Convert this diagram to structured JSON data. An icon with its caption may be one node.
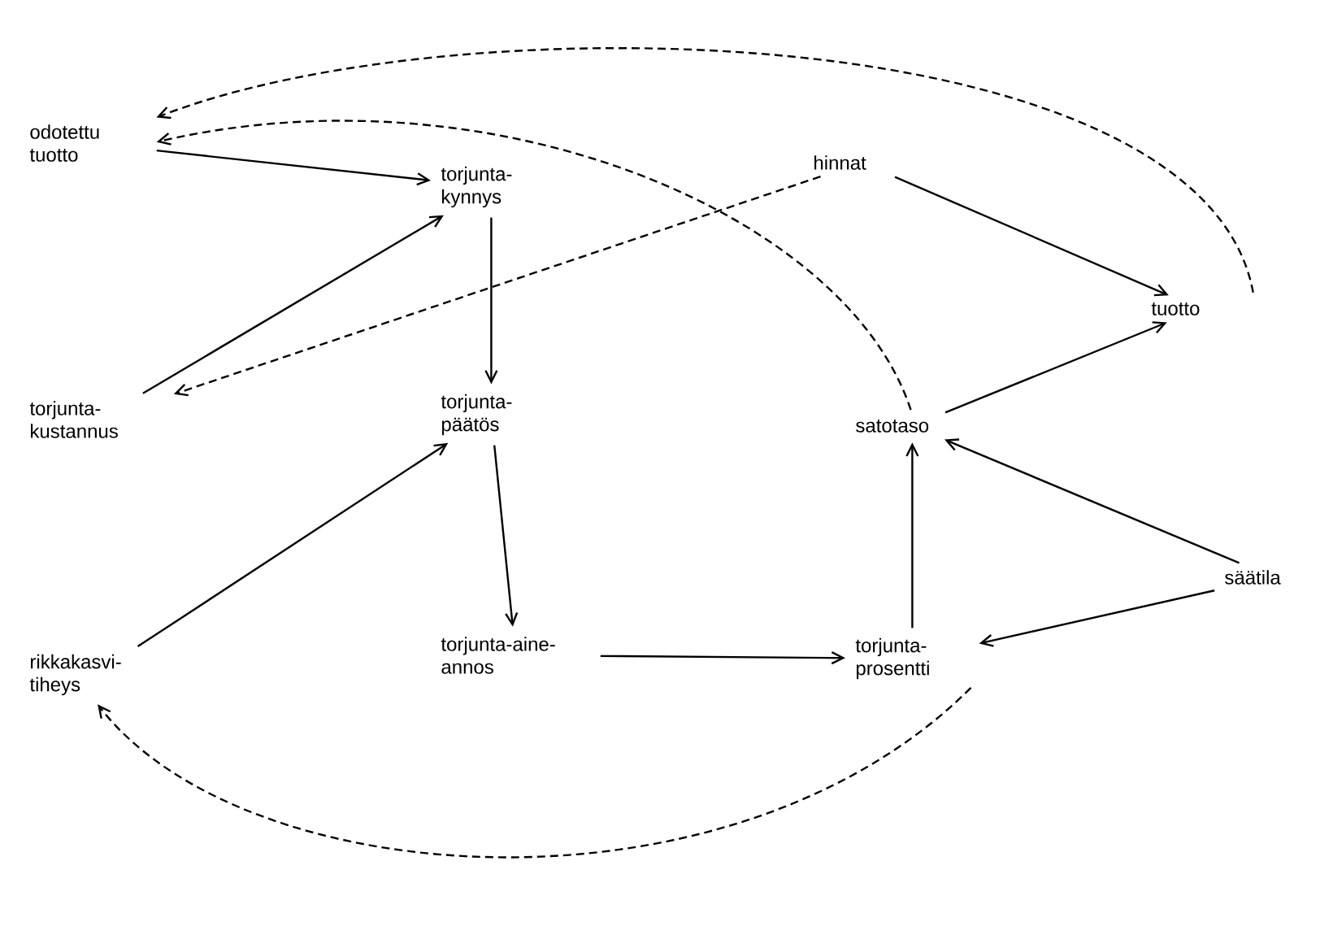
{
  "diagram": {
    "nodes": [
      {
        "text": [
          "odotettu tuotto"
        ]
      },
      {
        "text": [
          "torjunta- kynnys"
        ]
      },
      {
        "text": [
          "hinnat"
        ]
      },
      {
        "text": [
          "tuotto"
        ]
      },
      {
        "text": [
          "torjunta- kustannus"
        ]
      },
      {
        "text": [
          "torjunta- päätös"
        ]
      },
      {
        "text": [
          "satotaso"
        ]
      },
      {
        "text": [
          "säätila"
        ]
      },
      {
        "text": [
          "rikkakasvi- tiheys"
        ]
      },
      {
        "text": [
          "torjunta-aine- annos"
        ]
      },
      {
        "text": [
          "torjunta- prosentti"
        ]
      }
    ],
    "edges": [
      {
        "from": 0,
        "to": 1,
        "arrow": "to"
      },
      {
        "from": 1,
        "to": 5,
        "arrow": "to"
      },
      {
        "from": 4,
        "to": 1,
        "arrow": "to"
      },
      {
        "from": 5,
        "to": 9,
        "arrow": "to"
      },
      {
        "from": 8,
        "to": 5,
        "arrow": "to"
      },
      {
        "from": 9,
        "to": 10,
        "arrow": "to"
      },
      {
        "from": 10,
        "to": 6,
        "arrow": "to"
      },
      {
        "from": 6,
        "to": 3,
        "arrow": "to"
      },
      {
        "from": 2,
        "to": 3,
        "arrow": "to"
      },
      {
        "from": 7,
        "to": 6,
        "arrow": "to"
      },
      {
        "from": 7,
        "to": 10,
        "arrow": "to"
      },
      {
        "from": 3,
        "to": 0,
        "arrow": "to",
        "style": "dashed"
      },
      {
        "from": 6,
        "to": 0,
        "arrow": "to",
        "style": "dashed"
      },
      {
        "from": 2,
        "to": 4,
        "arrow": "to",
        "style": "dashed"
      },
      {
        "from": 10,
        "to": 8,
        "arrow": "to",
        "style": "dashed"
      }
    ]
  }
}
